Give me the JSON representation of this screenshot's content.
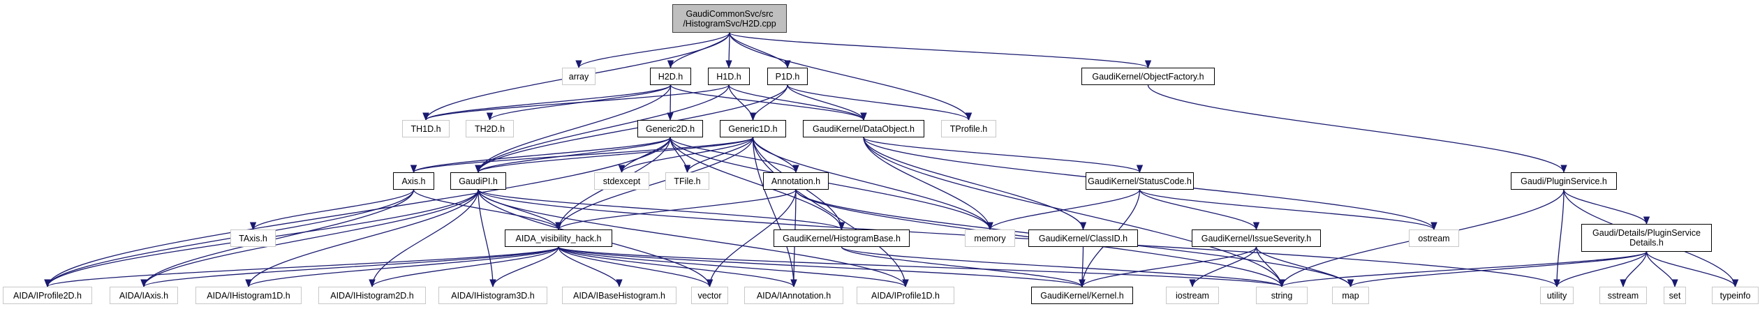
{
  "diagram": {
    "title": "GaudiCommonSvc/src/HistogramSvc/H2D.cpp include dependency graph",
    "edge_color": "#191970",
    "root_fill": "#bfbfbf",
    "nodes": [
      {
        "id": "root",
        "label": "GaudiCommonSvc/src\n/HistogramSvc/H2D.cpp",
        "kind": "root"
      },
      {
        "id": "array",
        "label": "array",
        "kind": "external"
      },
      {
        "id": "h2d",
        "label": "H2D.h",
        "kind": "internal"
      },
      {
        "id": "h1d",
        "label": "H1D.h",
        "kind": "internal"
      },
      {
        "id": "p1d",
        "label": "P1D.h",
        "kind": "internal"
      },
      {
        "id": "objfactory",
        "label": "GaudiKernel/ObjectFactory.h",
        "kind": "internal"
      },
      {
        "id": "th1d",
        "label": "TH1D.h",
        "kind": "external"
      },
      {
        "id": "th2d",
        "label": "TH2D.h",
        "kind": "external"
      },
      {
        "id": "generic2d",
        "label": "Generic2D.h",
        "kind": "internal"
      },
      {
        "id": "generic1d",
        "label": "Generic1D.h",
        "kind": "internal"
      },
      {
        "id": "dataobject",
        "label": "GaudiKernel/DataObject.h",
        "kind": "internal"
      },
      {
        "id": "tprofile",
        "label": "TProfile.h",
        "kind": "external"
      },
      {
        "id": "axis",
        "label": "Axis.h",
        "kind": "internal"
      },
      {
        "id": "gaudipi",
        "label": "GaudiPI.h",
        "kind": "internal"
      },
      {
        "id": "stdexcept",
        "label": "stdexcept",
        "kind": "external"
      },
      {
        "id": "tfile",
        "label": "TFile.h",
        "kind": "external"
      },
      {
        "id": "annotation",
        "label": "Annotation.h",
        "kind": "internal"
      },
      {
        "id": "statuscode",
        "label": "GaudiKernel/StatusCode.h",
        "kind": "internal"
      },
      {
        "id": "pluginservice",
        "label": "Gaudi/PluginService.h",
        "kind": "internal"
      },
      {
        "id": "taxis",
        "label": "TAxis.h",
        "kind": "external"
      },
      {
        "id": "vishack",
        "label": "AIDA_visibility_hack.h",
        "kind": "internal"
      },
      {
        "id": "histobase",
        "label": "GaudiKernel/HistogramBase.h",
        "kind": "internal"
      },
      {
        "id": "memory",
        "label": "memory",
        "kind": "external"
      },
      {
        "id": "classid",
        "label": "GaudiKernel/ClassID.h",
        "kind": "internal"
      },
      {
        "id": "issueseverity",
        "label": "GaudiKernel/IssueSeverity.h",
        "kind": "internal"
      },
      {
        "id": "ostream",
        "label": "ostream",
        "kind": "external"
      },
      {
        "id": "psdetails",
        "label": "Gaudi/Details/PluginService\nDetails.h",
        "kind": "internal"
      },
      {
        "id": "iprofile2d",
        "label": "AIDA/IProfile2D.h",
        "kind": "external"
      },
      {
        "id": "iaxis",
        "label": "AIDA/IAxis.h",
        "kind": "external"
      },
      {
        "id": "ihisto1d",
        "label": "AIDA/IHistogram1D.h",
        "kind": "external"
      },
      {
        "id": "ihisto2d",
        "label": "AIDA/IHistogram2D.h",
        "kind": "external"
      },
      {
        "id": "ihisto3d",
        "label": "AIDA/IHistogram3D.h",
        "kind": "external"
      },
      {
        "id": "ibasehisto",
        "label": "AIDA/IBaseHistogram.h",
        "kind": "external"
      },
      {
        "id": "vector",
        "label": "vector",
        "kind": "external"
      },
      {
        "id": "iannotation",
        "label": "AIDA/IAnnotation.h",
        "kind": "external"
      },
      {
        "id": "iprofile1d",
        "label": "AIDA/IProfile1D.h",
        "kind": "external"
      },
      {
        "id": "kernel",
        "label": "GaudiKernel/Kernel.h",
        "kind": "internal"
      },
      {
        "id": "iostream",
        "label": "iostream",
        "kind": "external"
      },
      {
        "id": "string",
        "label": "string",
        "kind": "external"
      },
      {
        "id": "map",
        "label": "map",
        "kind": "external"
      },
      {
        "id": "utility",
        "label": "utility",
        "kind": "external"
      },
      {
        "id": "sstream",
        "label": "sstream",
        "kind": "external"
      },
      {
        "id": "set",
        "label": "set",
        "kind": "external"
      },
      {
        "id": "typeinfo",
        "label": "typeinfo",
        "kind": "external"
      }
    ],
    "edges": [
      [
        "root",
        "array"
      ],
      [
        "root",
        "h2d"
      ],
      [
        "root",
        "h1d"
      ],
      [
        "root",
        "p1d"
      ],
      [
        "root",
        "objfactory"
      ],
      [
        "root",
        "th1d"
      ],
      [
        "root",
        "tprofile"
      ],
      [
        "h2d",
        "th1d"
      ],
      [
        "h2d",
        "th2d"
      ],
      [
        "h2d",
        "generic2d"
      ],
      [
        "h2d",
        "dataobject"
      ],
      [
        "h2d",
        "gaudipi"
      ],
      [
        "h1d",
        "th1d"
      ],
      [
        "h1d",
        "generic1d"
      ],
      [
        "h1d",
        "dataobject"
      ],
      [
        "h1d",
        "gaudipi"
      ],
      [
        "p1d",
        "generic1d"
      ],
      [
        "p1d",
        "dataobject"
      ],
      [
        "p1d",
        "tprofile"
      ],
      [
        "p1d",
        "gaudipi"
      ],
      [
        "objfactory",
        "pluginservice"
      ],
      [
        "generic2d",
        "axis"
      ],
      [
        "generic2d",
        "gaudipi"
      ],
      [
        "generic2d",
        "stdexcept"
      ],
      [
        "generic2d",
        "tfile"
      ],
      [
        "generic2d",
        "annotation"
      ],
      [
        "generic2d",
        "vishack"
      ],
      [
        "generic2d",
        "histobase"
      ],
      [
        "generic2d",
        "memory"
      ],
      [
        "generic2d",
        "iprofile2d"
      ],
      [
        "generic1d",
        "axis"
      ],
      [
        "generic1d",
        "gaudipi"
      ],
      [
        "generic1d",
        "stdexcept"
      ],
      [
        "generic1d",
        "tfile"
      ],
      [
        "generic1d",
        "annotation"
      ],
      [
        "generic1d",
        "vishack"
      ],
      [
        "generic1d",
        "histobase"
      ],
      [
        "generic1d",
        "memory"
      ],
      [
        "generic1d",
        "iprofile1d"
      ],
      [
        "generic1d",
        "iannotation"
      ],
      [
        "dataobject",
        "statuscode"
      ],
      [
        "dataobject",
        "classid"
      ],
      [
        "dataobject",
        "ostream"
      ],
      [
        "dataobject",
        "string"
      ],
      [
        "dataobject",
        "memory"
      ],
      [
        "axis",
        "taxis"
      ],
      [
        "axis",
        "vishack"
      ],
      [
        "axis",
        "iaxis"
      ],
      [
        "axis",
        "iprofile2d"
      ],
      [
        "gaudipi",
        "vishack"
      ],
      [
        "gaudipi",
        "histobase"
      ],
      [
        "gaudipi",
        "iprofile2d"
      ],
      [
        "gaudipi",
        "iaxis"
      ],
      [
        "gaudipi",
        "ihisto1d"
      ],
      [
        "gaudipi",
        "ihisto2d"
      ],
      [
        "gaudipi",
        "ihisto3d"
      ],
      [
        "gaudipi",
        "vector"
      ],
      [
        "gaudipi",
        "iprofile1d"
      ],
      [
        "gaudipi",
        "utility"
      ],
      [
        "annotation",
        "vishack"
      ],
      [
        "annotation",
        "iannotation"
      ],
      [
        "annotation",
        "vector"
      ],
      [
        "annotation",
        "string"
      ],
      [
        "annotation",
        "map"
      ],
      [
        "statuscode",
        "memory"
      ],
      [
        "statuscode",
        "kernel"
      ],
      [
        "statuscode",
        "issueseverity"
      ],
      [
        "statuscode",
        "ostream"
      ],
      [
        "pluginservice",
        "psdetails"
      ],
      [
        "pluginservice",
        "string"
      ],
      [
        "pluginservice",
        "utility"
      ],
      [
        "pluginservice",
        "typeinfo"
      ],
      [
        "vishack",
        "iprofile2d"
      ],
      [
        "vishack",
        "iaxis"
      ],
      [
        "vishack",
        "ihisto1d"
      ],
      [
        "vishack",
        "ihisto2d"
      ],
      [
        "vishack",
        "ihisto3d"
      ],
      [
        "vishack",
        "ibasehisto"
      ],
      [
        "vishack",
        "vector"
      ],
      [
        "vishack",
        "iannotation"
      ],
      [
        "vishack",
        "iprofile1d"
      ],
      [
        "vishack",
        "kernel"
      ],
      [
        "vishack",
        "string"
      ],
      [
        "histobase",
        "kernel"
      ],
      [
        "histobase",
        "string"
      ],
      [
        "classid",
        "kernel"
      ],
      [
        "issueseverity",
        "kernel"
      ],
      [
        "issueseverity",
        "iostream"
      ],
      [
        "issueseverity",
        "string"
      ],
      [
        "issueseverity",
        "map"
      ],
      [
        "psdetails",
        "string"
      ],
      [
        "psdetails",
        "map"
      ],
      [
        "psdetails",
        "utility"
      ],
      [
        "psdetails",
        "sstream"
      ],
      [
        "psdetails",
        "set"
      ],
      [
        "psdetails",
        "typeinfo"
      ]
    ]
  }
}
